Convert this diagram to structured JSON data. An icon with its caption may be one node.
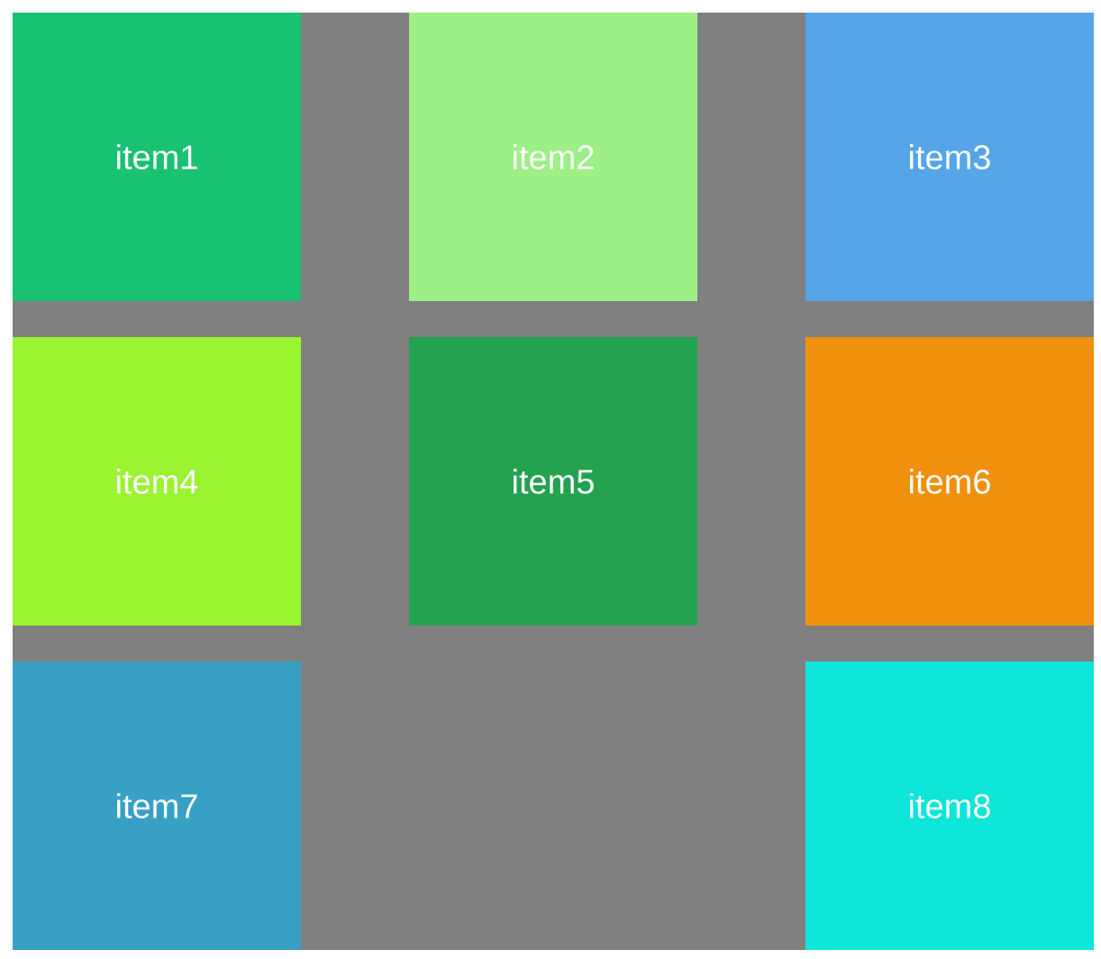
{
  "diagram": {
    "nodes": [
      {
        "text": [
          "item1"
        ]
      },
      {
        "text": [
          "item2"
        ]
      },
      {
        "text": [
          "item3"
        ]
      },
      {
        "text": [
          "item4"
        ]
      },
      {
        "text": [
          "item5"
        ]
      },
      {
        "text": [
          "item6"
        ]
      },
      {
        "text": [
          "item7"
        ]
      },
      {
        "text": [
          "item8"
        ]
      }
    ]
  }
}
